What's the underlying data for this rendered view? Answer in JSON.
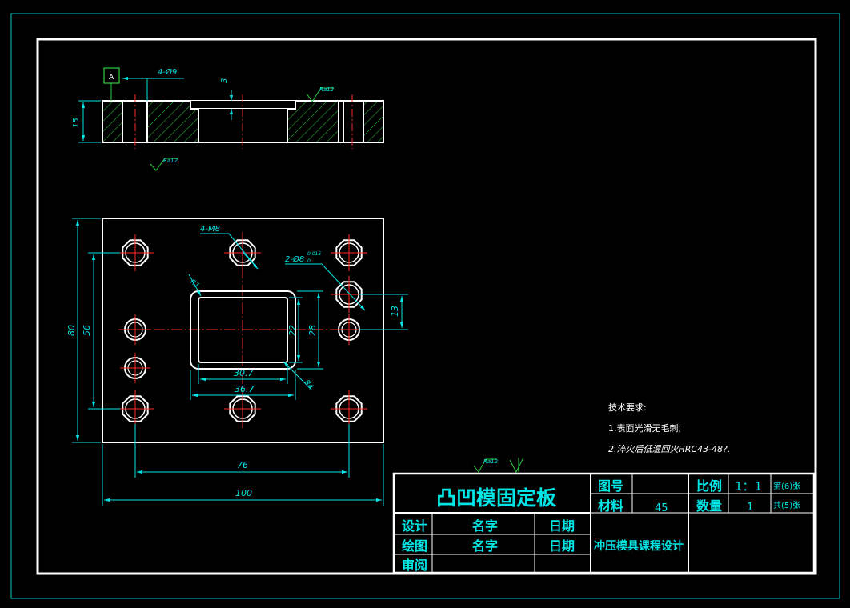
{
  "colors": {
    "background": "#000000",
    "outline": "#ffffff",
    "dimension": "#00e5e5",
    "centerline": "#ff2a2a",
    "hatch": "#2ecc40",
    "frame": "#00c8c8"
  },
  "section_view": {
    "datum": "A",
    "hole_callout": "4-Ø9",
    "depth_dim": "3",
    "thickness_dim": "15",
    "roughness_top": "Ra12",
    "roughness_bottom": "Ra12"
  },
  "plan_view": {
    "thread_callout": "4-M8",
    "pin_callout": "2-Ø8",
    "pin_tol_upper": "0.015",
    "pin_tol_lower": "0",
    "corner_radius_outer": "R1",
    "corner_radius_inner": "R4",
    "dim_height_total": "80",
    "dim_height_holes": "56",
    "dim_pin_spacing": "13",
    "dim_pocket_inner_h": "22",
    "dim_pocket_outer_h": "28",
    "dim_pocket_inner_w": "30.7",
    "dim_pocket_outer_w": "36.7",
    "dim_hole_spacing_w": "76",
    "dim_width_total": "100"
  },
  "tech_notes": {
    "title": "技术要求:",
    "line1": "1.表面光滑无毛刺;",
    "line2": "2.淬火后低温回火HRC43-48?."
  },
  "general_roughness": "Ra12",
  "title_block": {
    "part_name": "凸凹模固定板",
    "drawing_no_label": "图号",
    "material_label": "材料",
    "material_value": "45",
    "scale_label": "比例",
    "scale_value": "1：1",
    "qty_label": "数量",
    "qty_value": "1",
    "sheet_label": "第(6)张",
    "total_label": "共(5)张",
    "design_label": "设计",
    "design_name": "名字",
    "design_date": "日期",
    "draw_label": "绘图",
    "draw_name": "名字",
    "draw_date": "日期",
    "review_label": "审阅",
    "project_name": "冲压模具课程设计"
  }
}
